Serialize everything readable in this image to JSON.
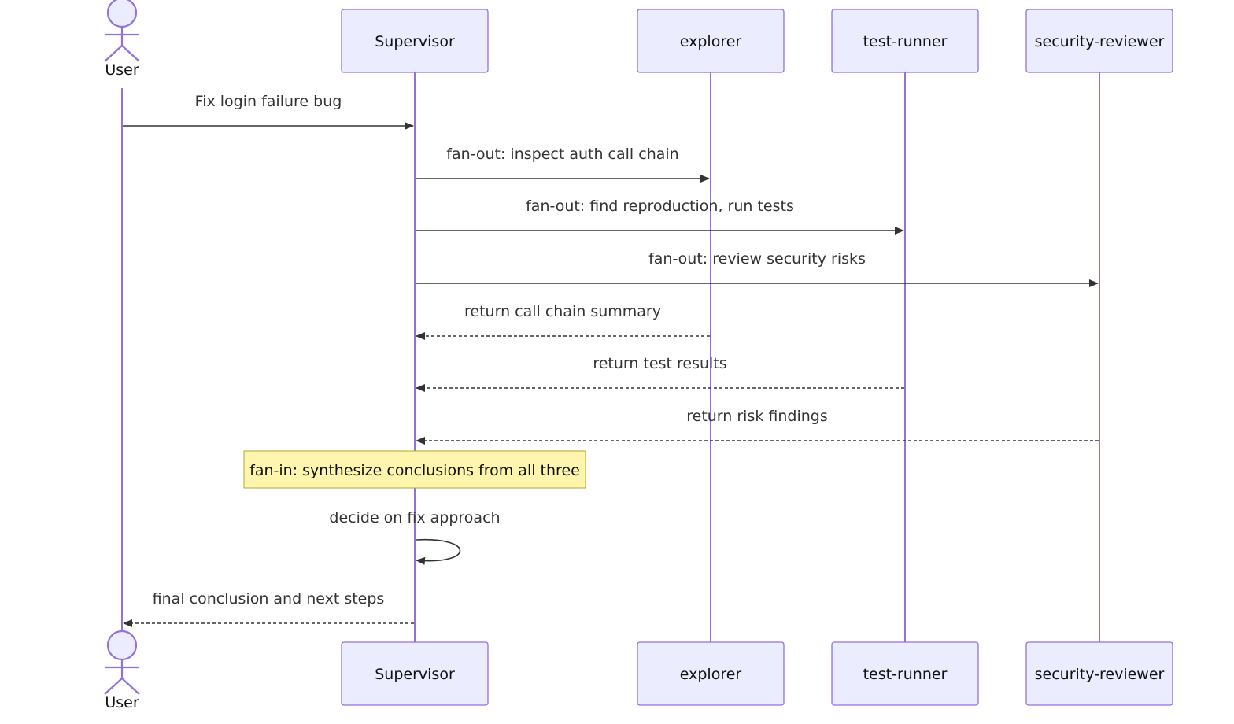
{
  "participants": [
    {
      "id": "user",
      "label": "User",
      "kind": "actor"
    },
    {
      "id": "supervisor",
      "label": "Supervisor",
      "kind": "box"
    },
    {
      "id": "explorer",
      "label": "explorer",
      "kind": "box"
    },
    {
      "id": "test_runner",
      "label": "test-runner",
      "kind": "box"
    },
    {
      "id": "security_reviewer",
      "label": "security-reviewer",
      "kind": "box"
    }
  ],
  "messages": [
    {
      "from": "user",
      "to": "supervisor",
      "label": "Fix login failure bug",
      "style": "solid"
    },
    {
      "from": "supervisor",
      "to": "explorer",
      "label": "fan-out: inspect auth call chain",
      "style": "solid"
    },
    {
      "from": "supervisor",
      "to": "test_runner",
      "label": "fan-out: find reproduction, run tests",
      "style": "solid"
    },
    {
      "from": "supervisor",
      "to": "security_reviewer",
      "label": "fan-out: review security risks",
      "style": "solid"
    },
    {
      "from": "explorer",
      "to": "supervisor",
      "label": "return call chain summary",
      "style": "dashed"
    },
    {
      "from": "test_runner",
      "to": "supervisor",
      "label": "return test results",
      "style": "dashed"
    },
    {
      "from": "security_reviewer",
      "to": "supervisor",
      "label": "return risk findings",
      "style": "dashed"
    },
    {
      "from": "supervisor",
      "to": "supervisor",
      "label": "decide on fix approach",
      "style": "solid"
    },
    {
      "from": "supervisor",
      "to": "user",
      "label": "final conclusion and next steps",
      "style": "dashed"
    }
  ],
  "note": {
    "over": "supervisor",
    "text": "fan-in: synthesize conclusions from all three"
  },
  "colors": {
    "actor_fill": "#ECECFF",
    "actor_stroke": "#9370DB",
    "message_line": "#333333",
    "note_fill": "#FFF5AD",
    "note_stroke": "#AAAA33"
  }
}
